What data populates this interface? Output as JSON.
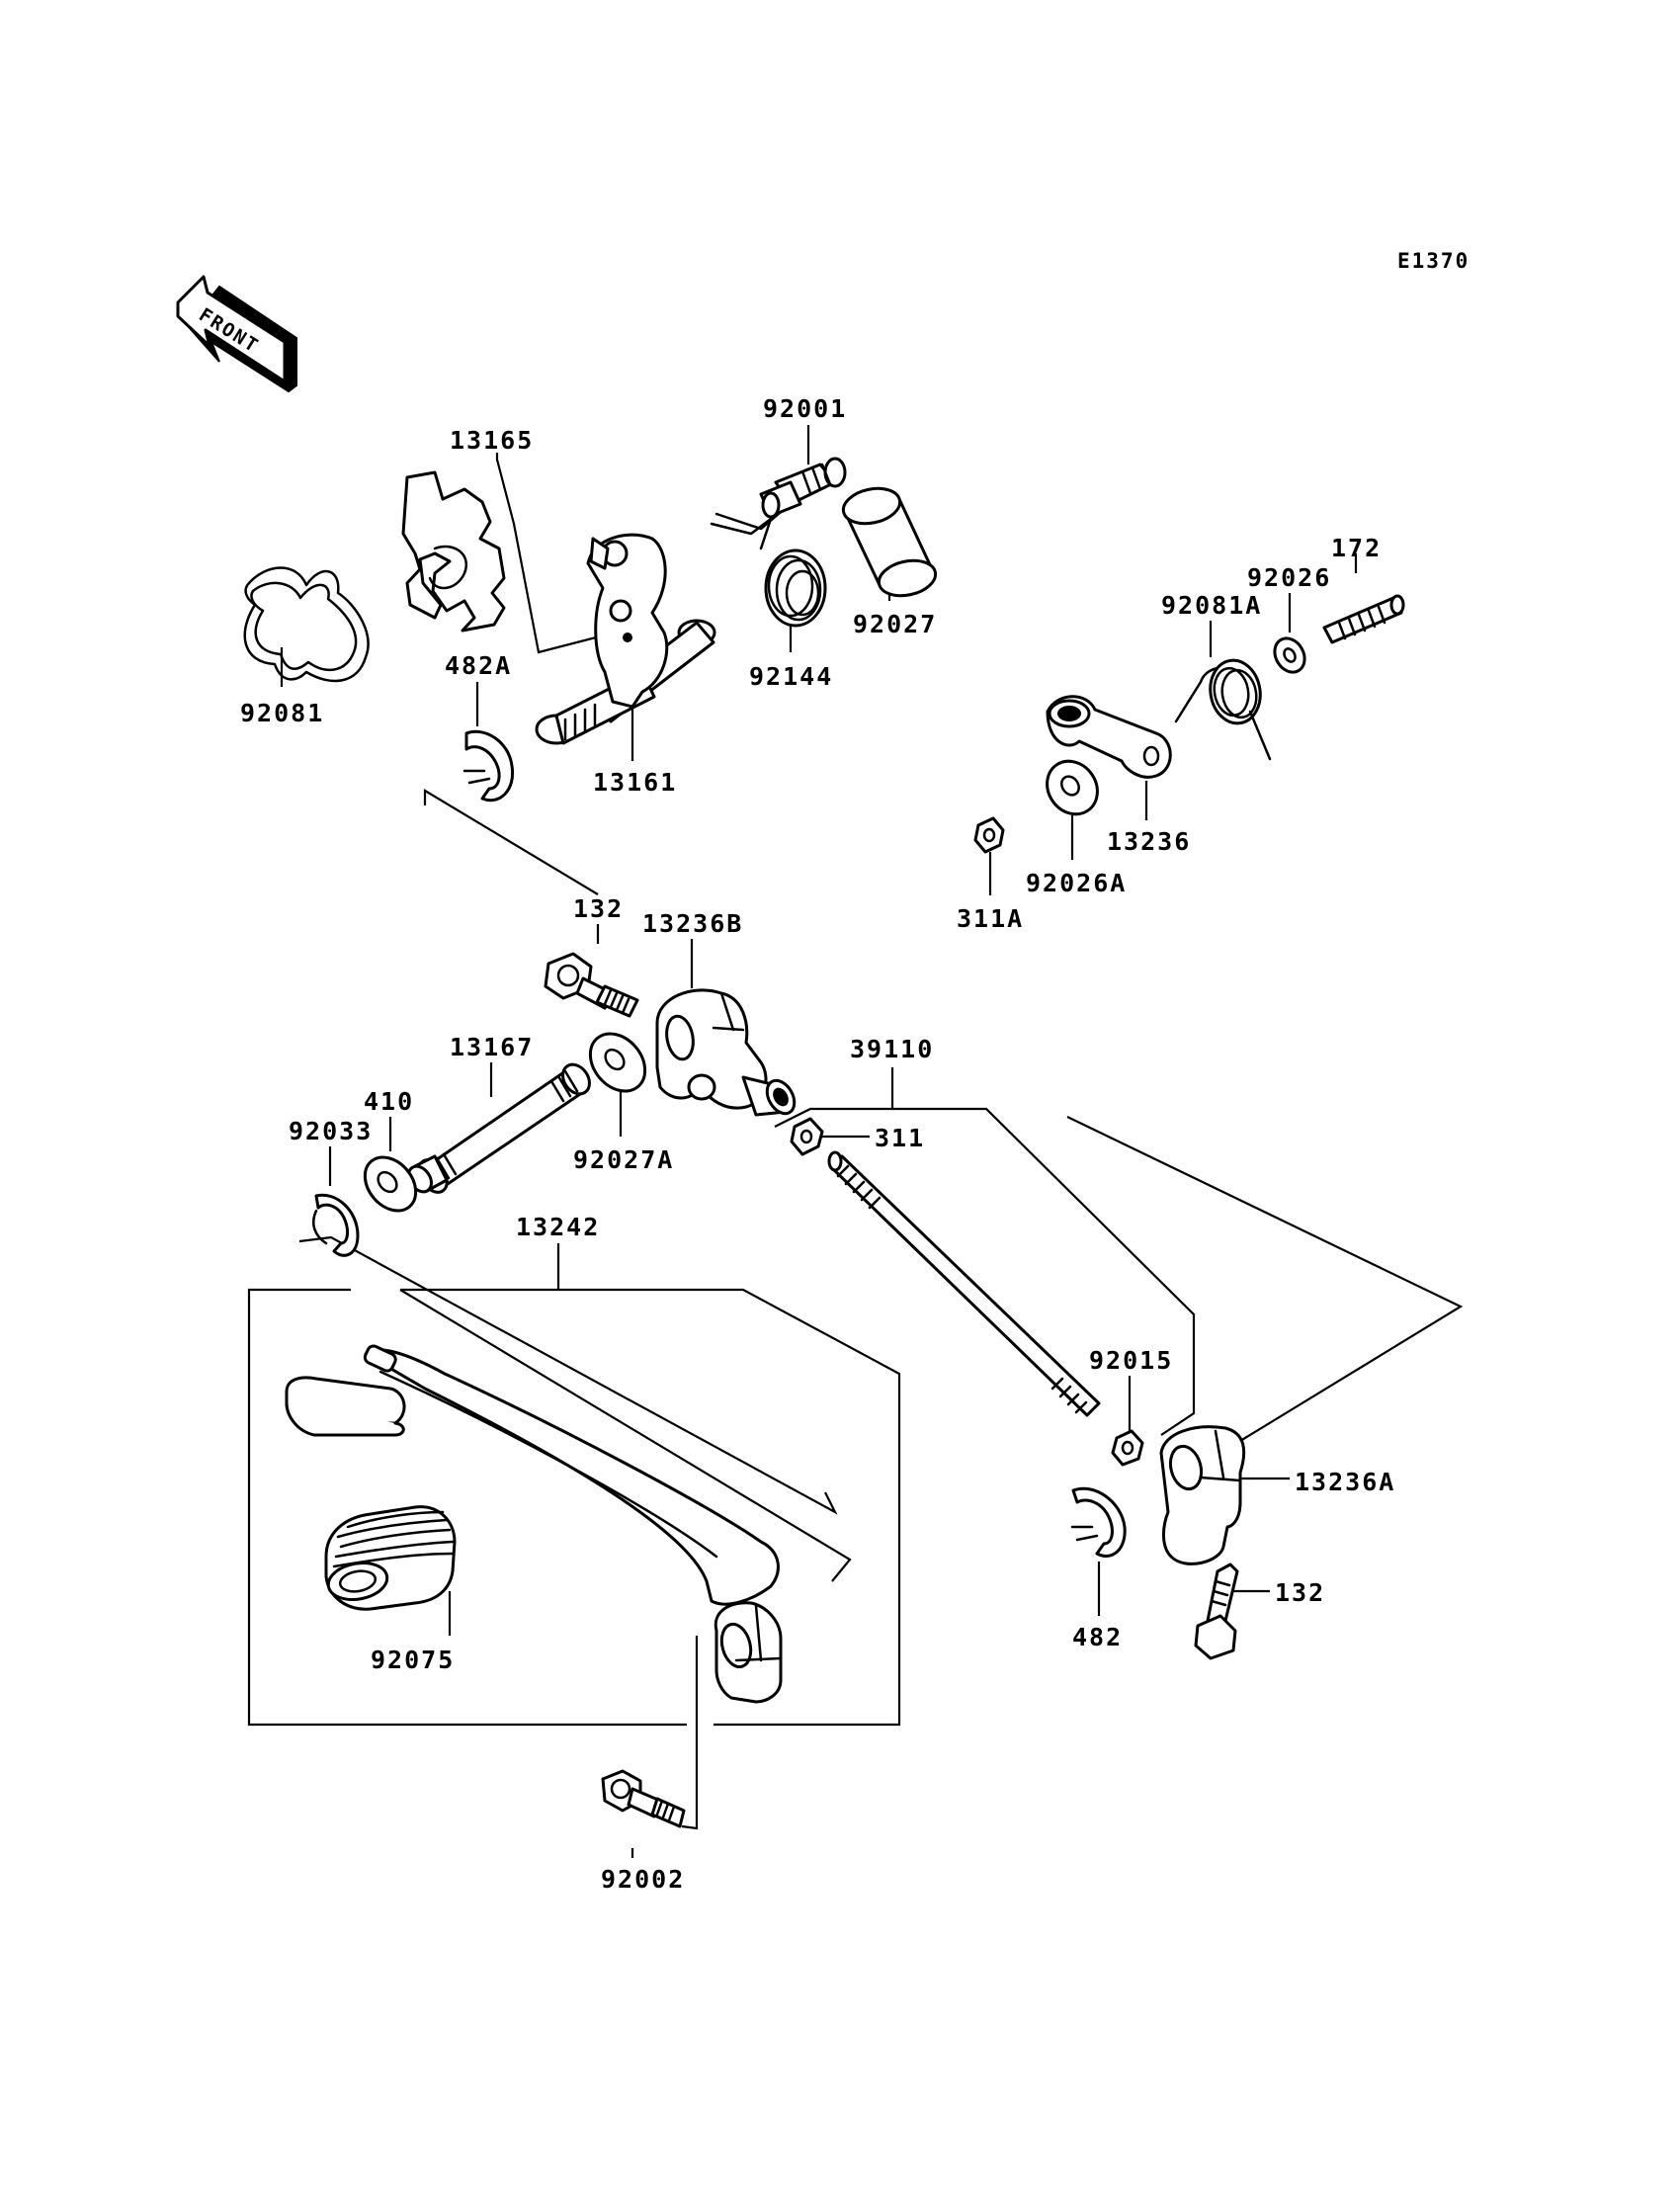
{
  "diagram_code": "E1370",
  "front_label": "FRONT",
  "parts": [
    {
      "id": "p13165",
      "label": "13165"
    },
    {
      "id": "p92001",
      "label": "92001"
    },
    {
      "id": "p92081",
      "label": "92081"
    },
    {
      "id": "p482A",
      "label": "482A"
    },
    {
      "id": "p13161",
      "label": "13161"
    },
    {
      "id": "p92144",
      "label": "92144"
    },
    {
      "id": "p92027",
      "label": "92027"
    },
    {
      "id": "p172",
      "label": "172"
    },
    {
      "id": "p92026",
      "label": "92026"
    },
    {
      "id": "p92081A",
      "label": "92081A"
    },
    {
      "id": "p13236",
      "label": "13236"
    },
    {
      "id": "p92026A",
      "label": "92026A"
    },
    {
      "id": "p311A",
      "label": "311A"
    },
    {
      "id": "p132a",
      "label": "132"
    },
    {
      "id": "p13236B",
      "label": "13236B"
    },
    {
      "id": "p39110",
      "label": "39110"
    },
    {
      "id": "p13167",
      "label": "13167"
    },
    {
      "id": "p410",
      "label": "410"
    },
    {
      "id": "p92033",
      "label": "92033"
    },
    {
      "id": "p92027A",
      "label": "92027A"
    },
    {
      "id": "p311",
      "label": "311"
    },
    {
      "id": "p13242",
      "label": "13242"
    },
    {
      "id": "p92015",
      "label": "92015"
    },
    {
      "id": "p13236A",
      "label": "13236A"
    },
    {
      "id": "p132b",
      "label": "132"
    },
    {
      "id": "p482",
      "label": "482"
    },
    {
      "id": "p92075",
      "label": "92075"
    },
    {
      "id": "p92002",
      "label": "92002"
    }
  ]
}
